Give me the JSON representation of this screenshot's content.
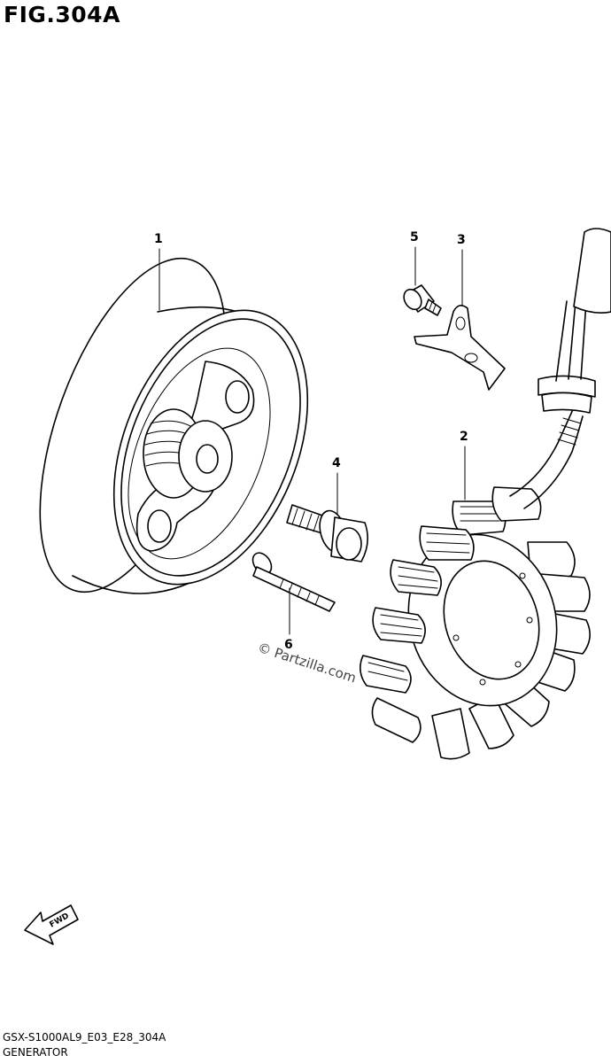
{
  "figure": {
    "title": "FIG.304A"
  },
  "callouts": [
    {
      "id": "1",
      "label": "1"
    },
    {
      "id": "2",
      "label": "2"
    },
    {
      "id": "3",
      "label": "3"
    },
    {
      "id": "4",
      "label": "4"
    },
    {
      "id": "5",
      "label": "5"
    },
    {
      "id": "6",
      "label": "6"
    }
  ],
  "watermark": "© Partzilla.com",
  "fwd_arrow": {
    "label": "FWD"
  },
  "footer": {
    "model_code": "GSX-S1000AL9_E03_E28_304A",
    "section_name": "GENERATOR"
  }
}
